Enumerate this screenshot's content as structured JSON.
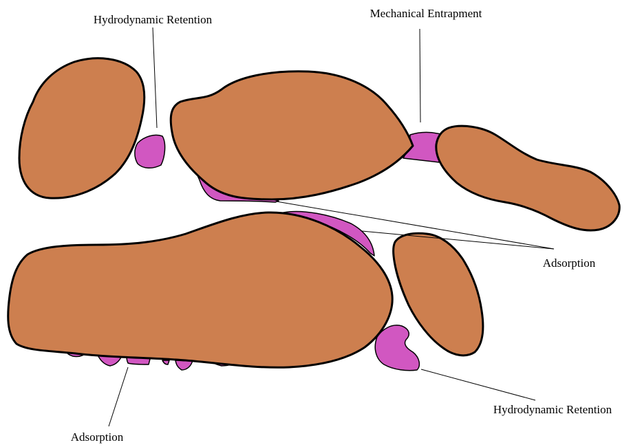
{
  "colors": {
    "grain": "#CD7F4F",
    "polymer": "#D157C1",
    "outline": "#000000",
    "background": "#FFFFFF"
  },
  "labels": {
    "hydrodynamic_top": "Hydrodynamic Retention",
    "mechanical": "Mechanical Entrapment",
    "adsorption_right": "Adsorption",
    "hydrodynamic_bottom": "Hydrodynamic Retention",
    "adsorption_bottom": "Adsorption"
  }
}
